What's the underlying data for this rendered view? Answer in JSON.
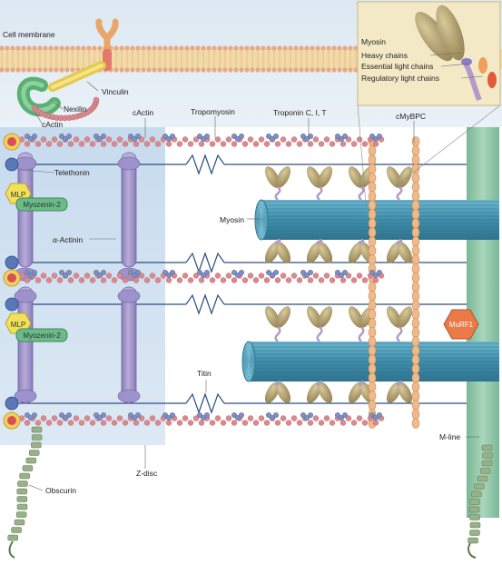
{
  "labels": {
    "cell_membrane": "Cell membrane",
    "vinculin": "Vinculin",
    "nexilin": "Nexilin",
    "cactin_membrane": "cActin",
    "cactin_top": "cActin",
    "tropomyosin": "Tropomyosin",
    "troponin": "Troponin C, I, T",
    "cmybpc": "cMyBPC",
    "telethonin": "Telethonin",
    "mlp_1": "MLP",
    "myozenin_1": "Myozenin-2",
    "alpha_actinin": "α-Actinin",
    "myosin": "Myosin",
    "mlp_2": "MLP",
    "myozenin_2": "Myozenin-2",
    "murf1": "MuRF1",
    "titin": "Titin",
    "m_line": "M-line",
    "z_disc": "Z-disc",
    "obscurin": "Obscurin"
  },
  "inset": {
    "title": "Myosin",
    "items": [
      "Heavy chains",
      "Essential light chains",
      "Regulatory light chains"
    ]
  },
  "colors": {
    "actin": "#d98a8f",
    "actin_node": "#7f8fc0",
    "tropomyosin": "#8a96c8",
    "z_disc_band": "#cfdff0",
    "alpha_actinin": "#a69ac9",
    "thick_filament": "#4e9cb8",
    "myosin_head": "#b5a26e",
    "titin_line": "#2a4f80",
    "cmybpc": "#f0b98a",
    "m_line": "#8cc5a6",
    "murf1": "#ea7a48",
    "membrane": "#f1d9a8",
    "mlp": "#f1e15a",
    "myozenin": "#6db98a",
    "obscurin": "#9ab08a"
  }
}
